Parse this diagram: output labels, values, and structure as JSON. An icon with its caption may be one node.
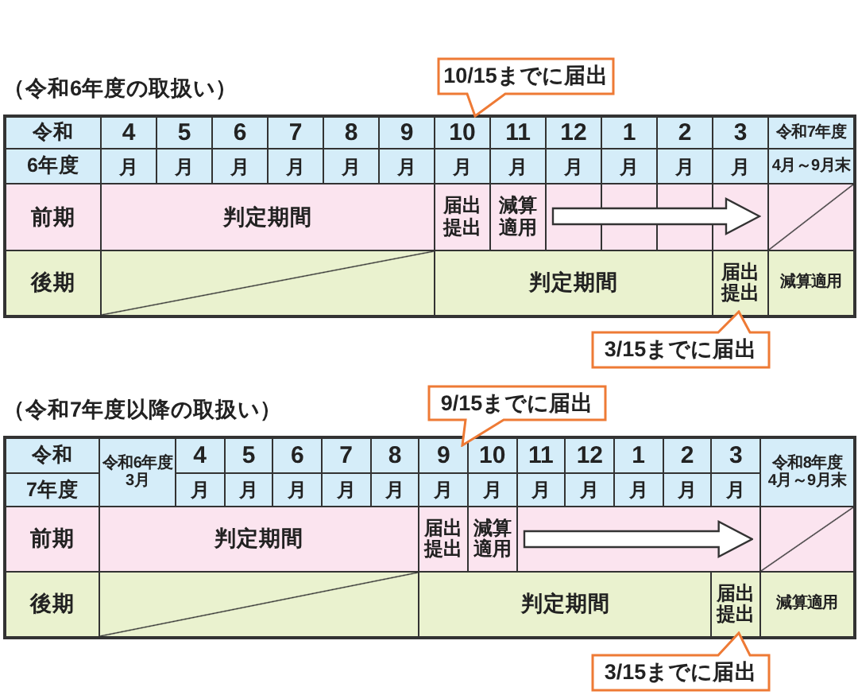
{
  "diagram": {
    "nodes": [
      {
        "text": [
          "10/15までに届出"
        ]
      },
      {
        "text": [
          "3/15までに届出"
        ]
      },
      {
        "text": [
          "9/15までに届出"
        ]
      },
      {
        "text": [
          "3/15までに届出"
        ]
      }
    ],
    "labels": [
      "（令和6年度の取扱い）",
      "令和",
      "4",
      "5",
      "6",
      "7",
      "8",
      "9",
      "10",
      "11",
      "12",
      "1",
      "2",
      "3",
      "令和7年度",
      "6年度",
      "月",
      "月",
      "月",
      "月",
      "月",
      "月",
      "月",
      "月",
      "月",
      "月",
      "月",
      "月",
      "4月～9月末",
      "前期",
      "判定期間",
      "届出提出",
      "減算適用",
      "後期",
      "判定期間",
      "届出提出",
      "減算適用",
      "（令和7年度以降の取扱い）",
      "令和",
      "令和6年度",
      "3月",
      "4",
      "5",
      "6",
      "7",
      "8",
      "9",
      "10",
      "11",
      "12",
      "1",
      "2",
      "3",
      "令和8年度",
      "4月～9月末",
      "7年度",
      "月",
      "月",
      "月",
      "月",
      "月",
      "月",
      "月",
      "月",
      "月",
      "月",
      "月",
      "月",
      "前期",
      "判定期間",
      "届出提出",
      "減算適用",
      "後期",
      "判定期間",
      "届出提出",
      "減算適用"
    ]
  }
}
